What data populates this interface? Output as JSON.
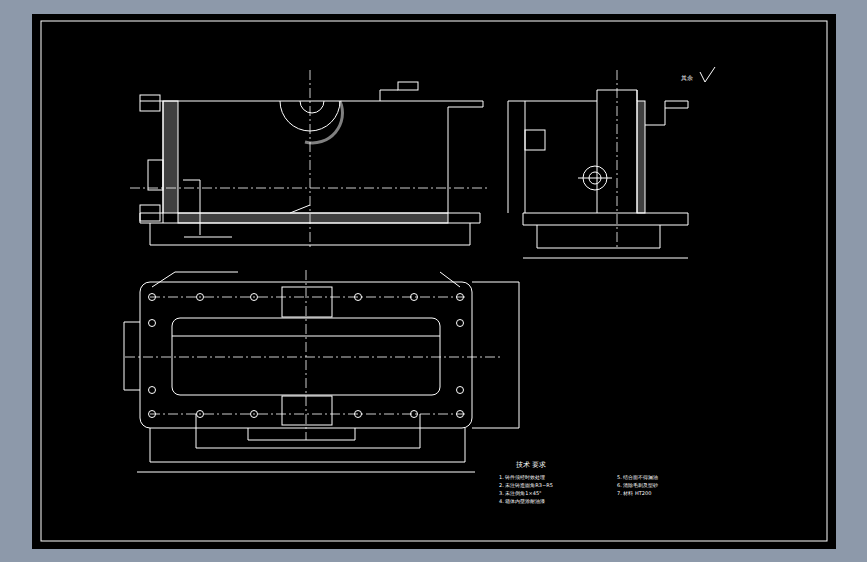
{
  "diagram": {
    "labels": [
      "技术 要求",
      "其余",
      "1. 铸件须经时效处理",
      "2. 未注铸造圆角R3~R5",
      "3. 未注倒角1×45°",
      "4. 箱体内壁涂耐油漆",
      "5. 结合面不得漏油",
      "6. 清除毛刺及型砂",
      "7. 材料 HT200"
    ]
  }
}
